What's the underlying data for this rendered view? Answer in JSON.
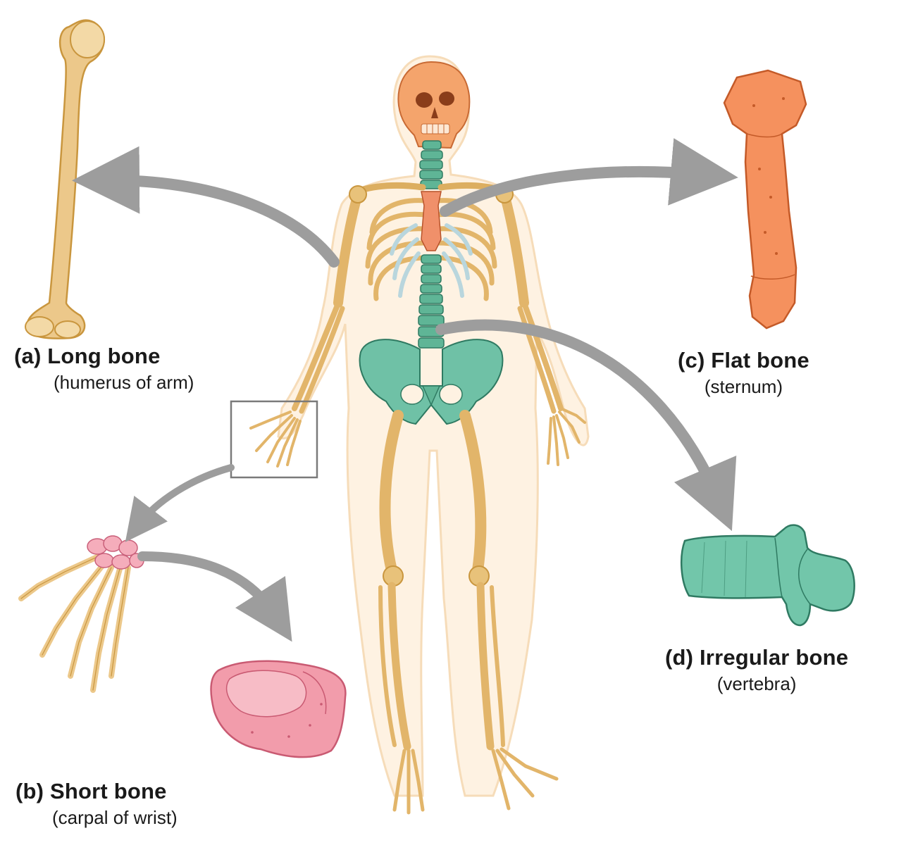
{
  "labels": {
    "long": {
      "title": "(a) Long bone",
      "sub": "(humerus of arm)"
    },
    "short": {
      "title": "(b) Short bone",
      "sub": "(carpal of wrist)"
    },
    "flat": {
      "title": "(c) Flat bone",
      "sub": "(sternum)"
    },
    "irregular": {
      "title": "(d) Irregular bone",
      "sub": "(vertebra)"
    }
  },
  "colors": {
    "bone": "#e8c27a",
    "bone_dark": "#c9963e",
    "body_outline": "#fde9cf",
    "flat_bone": "#f08a5e",
    "short_bone": "#f2a0b0",
    "irregular_bone": "#6fc1a6",
    "rib_cartilage": "#b9d6dd",
    "arrow": "#9d9d9d"
  },
  "icons": {
    "humerus": "humerus-bone-icon",
    "sternum": "sternum-bone-icon",
    "hand": "hand-bones-icon",
    "carpal": "carpal-bone-icon",
    "vertebra": "vertebra-bone-icon",
    "skeleton": "human-skeleton-icon"
  }
}
